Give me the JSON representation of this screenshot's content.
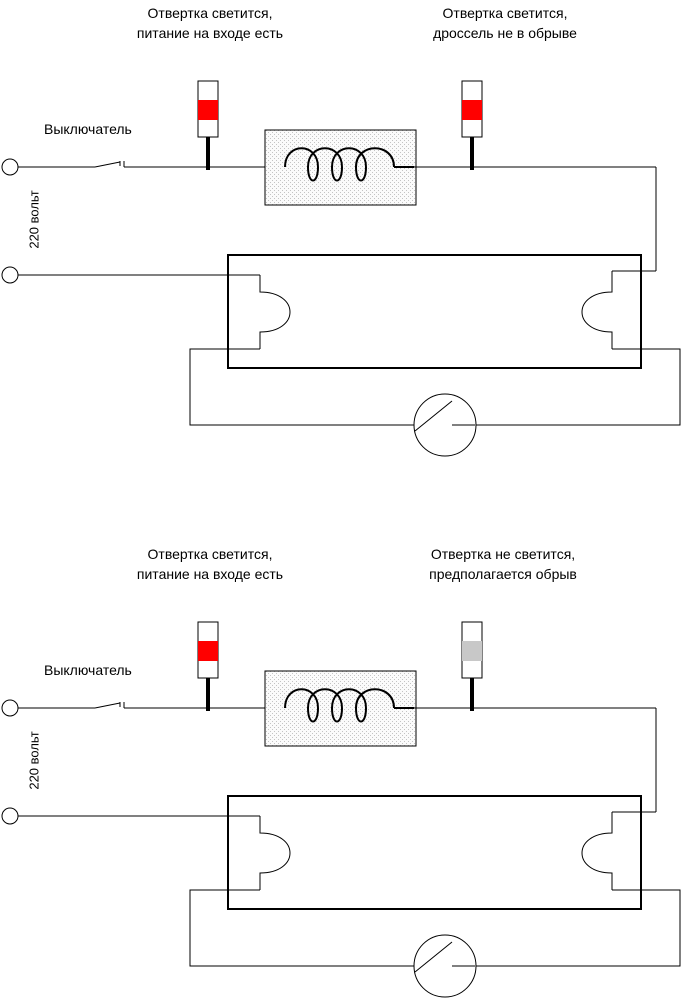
{
  "colors": {
    "wire": "#000000",
    "indicator_lit": "#ff0000",
    "indicator_unlit": "#c8c8c8",
    "choke_fill": "#f2f2f2"
  },
  "diagrams": [
    {
      "screwdriver1": {
        "line1": "Отвертка светится,",
        "line2": "питание на входе есть",
        "state": "lit"
      },
      "screwdriver2": {
        "line1": "Отвертка светится,",
        "line2": "дроссель не в обрыве",
        "state": "lit"
      },
      "switch_label": "Выключатель",
      "voltage_label": "220 вольт"
    },
    {
      "screwdriver1": {
        "line1": "Отвертка светится,",
        "line2": "питание на входе есть",
        "state": "lit"
      },
      "screwdriver2": {
        "line1": "Отвертка не светится,",
        "line2": "предполагается обрыв",
        "state": "unlit"
      },
      "switch_label": "Выключатель",
      "voltage_label": "220 вольт"
    }
  ]
}
